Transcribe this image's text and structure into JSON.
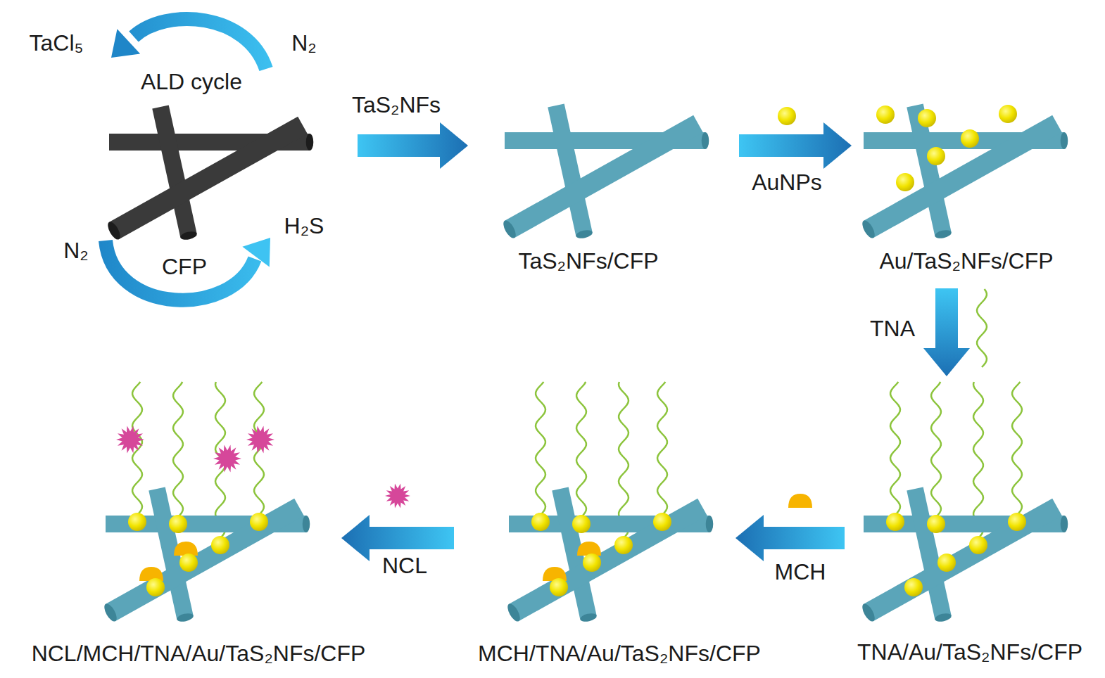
{
  "diagram": {
    "nodes": [
      {
        "text": [
          "CFP"
        ]
      },
      {
        "text": [
          "TaS₂NFs/CFP"
        ]
      },
      {
        "text": [
          "Au/TaS₂NFs/CFP"
        ]
      },
      {
        "text": [
          "TNA/Au/TaS₂NFs/CFP"
        ]
      },
      {
        "text": [
          "MCH/TNA/Au/TaS₂NFs/CFP"
        ]
      },
      {
        "text": [
          "NCL/MCH/TNA/Au/TaS₂NFs/CFP"
        ]
      }
    ],
    "edges": [
      {
        "from": 0,
        "to": 1,
        "arrow": "to",
        "label": "TaS₂NFs"
      },
      {
        "from": 1,
        "to": 2,
        "arrow": "to",
        "label": "AuNPs"
      },
      {
        "from": 2,
        "to": 3,
        "arrow": "to",
        "label": "TNA"
      },
      {
        "from": 3,
        "to": 4,
        "arrow": "to",
        "label": "MCH"
      },
      {
        "from": 4,
        "to": 5,
        "arrow": "to",
        "label": "NCL"
      }
    ],
    "labels": [
      "TaCl₅",
      "N₂",
      "ALD cycle",
      "N₂",
      "H₂S"
    ]
  }
}
